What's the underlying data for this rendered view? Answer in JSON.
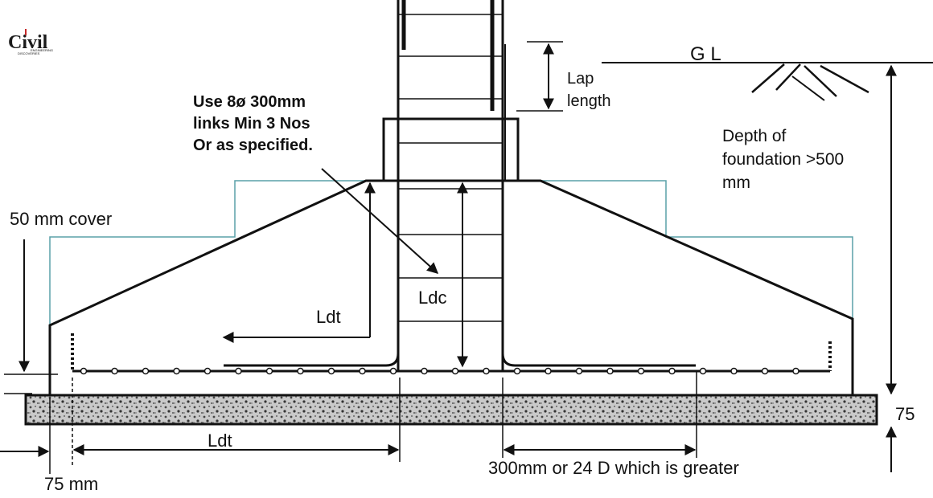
{
  "logo": {
    "text": "Civil",
    "subtext_1": "ENGINEERING",
    "subtext_2": "DISCOVERIES",
    "accent": "#c62828"
  },
  "labels": {
    "gl": "G L",
    "lap_line_1": "Lap",
    "lap_line_2": "length",
    "links_line_1": "Use 8ø 300mm",
    "links_line_2": "links Min 3 Nos",
    "links_line_3": "Or as specified.",
    "depth_line_1": "Depth of",
    "depth_line_2": "foundation >500",
    "depth_line_3": "mm",
    "cover": "50 mm cover",
    "ldt_upper": "Ldt",
    "ldc": "Ldc",
    "ldt_lower": "Ldt",
    "edge_75mm": "75 mm",
    "pcc_75": "75",
    "bar_extension": "300mm or 24 D which is greater"
  },
  "colors": {
    "outline": "#5aa0a8",
    "line": "#111111",
    "pcc_fill": "#9a9a9a"
  }
}
